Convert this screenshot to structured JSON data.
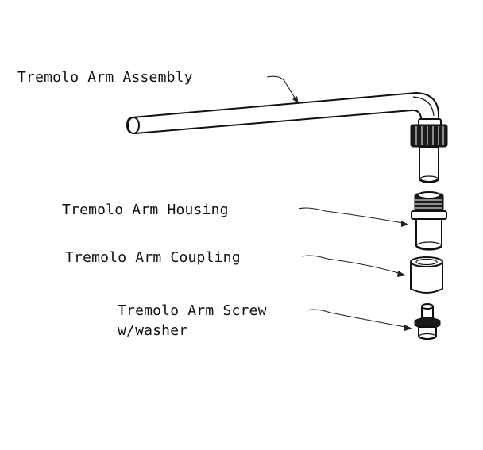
{
  "labels": {
    "assembly": "Tremolo Arm Assembly",
    "housing": "Tremolo Arm Housing",
    "coupling": "Tremolo Arm Coupling",
    "screw_line1": "Tremolo Arm Screw",
    "screw_line2": "w/washer"
  },
  "colors": {
    "line": "#111111",
    "background": "#ffffff"
  }
}
